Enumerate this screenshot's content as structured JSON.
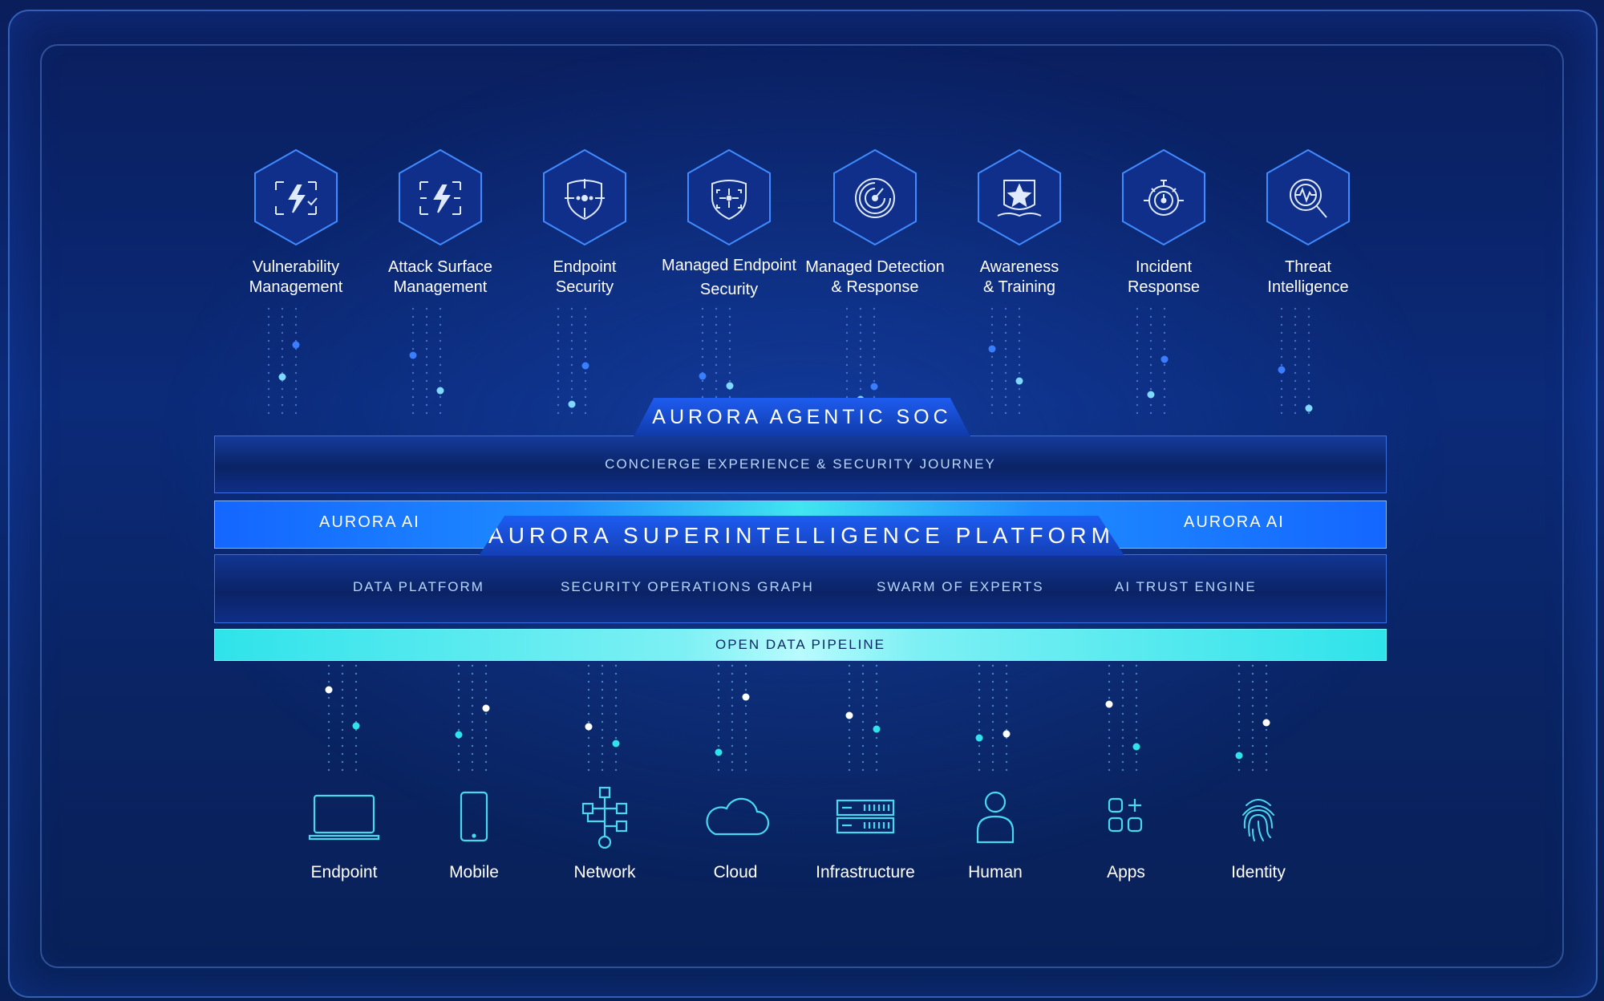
{
  "colors": {
    "background": "#0a2463",
    "accent_blue": "#1e5cf0",
    "accent_cyan": "#2fe3ea",
    "text": "#ffffff",
    "muted_text": "#b9d6ff"
  },
  "services": [
    {
      "label": "Vulnerability Management",
      "line1": "Vulnerability",
      "line2": "Management",
      "icon": "vulnerability-lightning-icon"
    },
    {
      "label": "Attack Surface Management",
      "line1": "Attack Surface",
      "line2": "Management",
      "icon": "attack-surface-lightning-icon"
    },
    {
      "label": "Endpoint Security",
      "line1": "Endpoint",
      "line2": "Security",
      "icon": "shield-target-icon"
    },
    {
      "label": "Managed Endpoint Security",
      "line1": "Managed Endpoint",
      "line2": "Security",
      "icon": "shield-crosshair-icon"
    },
    {
      "label": "Managed Detection & Response",
      "line1": "Managed Detection",
      "line2": "& Response",
      "icon": "radar-icon"
    },
    {
      "label": "Awareness & Training",
      "line1": "Awareness",
      "line2": "& Training",
      "icon": "star-book-icon"
    },
    {
      "label": "Incident Response",
      "line1": "Incident",
      "line2": "Response",
      "icon": "stopwatch-icon"
    },
    {
      "label": "Threat Intelligence",
      "line1": "Threat",
      "line2": "Intelligence",
      "icon": "magnifier-pulse-icon"
    }
  ],
  "soc": {
    "title": "AURORA AGENTIC SOC",
    "subtitle": "CONCIERGE EXPERIENCE & SECURITY JOURNEY"
  },
  "ai": {
    "left": "AURORA AI",
    "right": "AURORA AI"
  },
  "platform": {
    "title": "AURORA SUPERINTELLIGENCE PLATFORM",
    "components": [
      "DATA PLATFORM",
      "SECURITY OPERATIONS GRAPH",
      "SWARM OF EXPERTS",
      "AI TRUST ENGINE"
    ]
  },
  "pipeline": {
    "label": "OPEN DATA PIPELINE"
  },
  "sources": [
    {
      "label": "Endpoint",
      "icon": "laptop-icon"
    },
    {
      "label": "Mobile",
      "icon": "mobile-phone-icon"
    },
    {
      "label": "Network",
      "icon": "network-icon"
    },
    {
      "label": "Cloud",
      "icon": "cloud-icon"
    },
    {
      "label": "Infrastructure",
      "icon": "server-rack-icon"
    },
    {
      "label": "Human",
      "icon": "person-icon"
    },
    {
      "label": "Apps",
      "icon": "apps-grid-icon"
    },
    {
      "label": "Identity",
      "icon": "fingerprint-icon"
    }
  ]
}
